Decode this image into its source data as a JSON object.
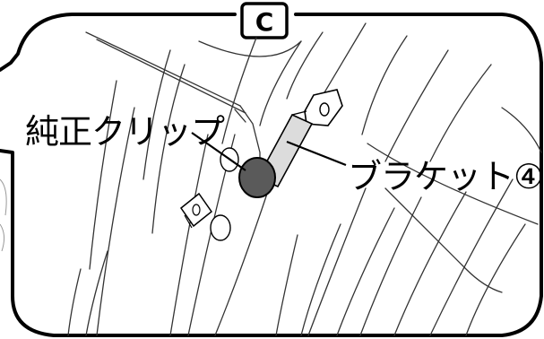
{
  "section_label": "C",
  "labels": {
    "clip": "純正クリップ",
    "bracket": "ブラケット④"
  },
  "colors": {
    "line": "#000000",
    "clip_fill": "#5a5a5a",
    "bracket_fill": "#dcdcdc",
    "background": "#ffffff"
  }
}
